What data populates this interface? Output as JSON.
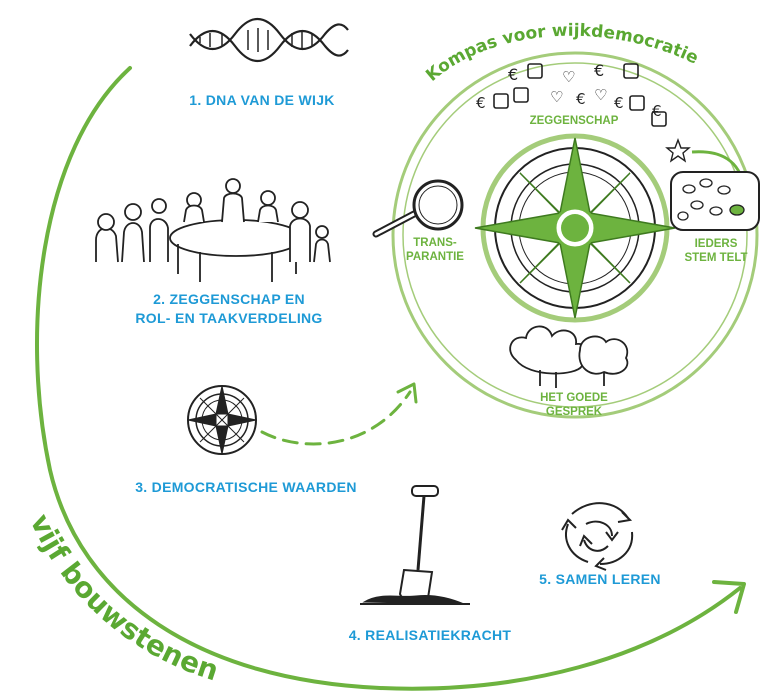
{
  "diagram": {
    "outer_title": "vijf bouwstenen",
    "compass_title": "Kompas voor wijkdemocratie",
    "colors": {
      "green": "#6db33f",
      "dark_green": "#5aa832",
      "light_green": "#a4cc7a",
      "blue": "#1e9ad6",
      "ink": "#222222"
    },
    "building_blocks": [
      {
        "label": "1. DNA VAN DE WIJK",
        "icon": "dna-helix-icon"
      },
      {
        "label_line1": "2. ZEGGENSCHAP EN",
        "label_line2": "ROL- EN TAAKVERDELING",
        "icon": "people-around-table-icon"
      },
      {
        "label": "3. DEMOCRATISCHE WAARDEN",
        "icon": "compass-rose-icon"
      },
      {
        "label": "4. REALISATIEKRACHT",
        "icon": "shovel-icon"
      },
      {
        "label": "5. SAMEN LEREN",
        "icon": "cycle-arrows-icon"
      }
    ],
    "compass_values": {
      "top": "ZEGGENSCHAP",
      "left_line1": "TRANS-",
      "left_line2": "PARANTIE",
      "right_line1": "IEDERS",
      "right_line2": "STEM TELT",
      "bottom_line1": "HET GOEDE",
      "bottom_line2": "GESPREK"
    }
  }
}
